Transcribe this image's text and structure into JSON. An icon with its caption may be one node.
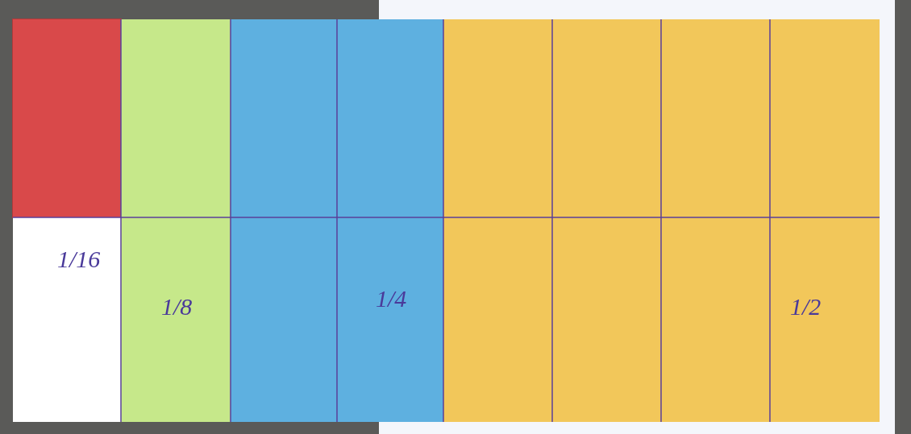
{
  "diagram": {
    "nodes": [
      {
        "text": [],
        "shape": "box"
      },
      {
        "text": [
          "1/16"
        ]
      },
      {
        "text": [
          "1/8"
        ]
      },
      {
        "text": [
          "1/4"
        ]
      },
      {
        "text": [
          "1/2"
        ]
      }
    ]
  }
}
